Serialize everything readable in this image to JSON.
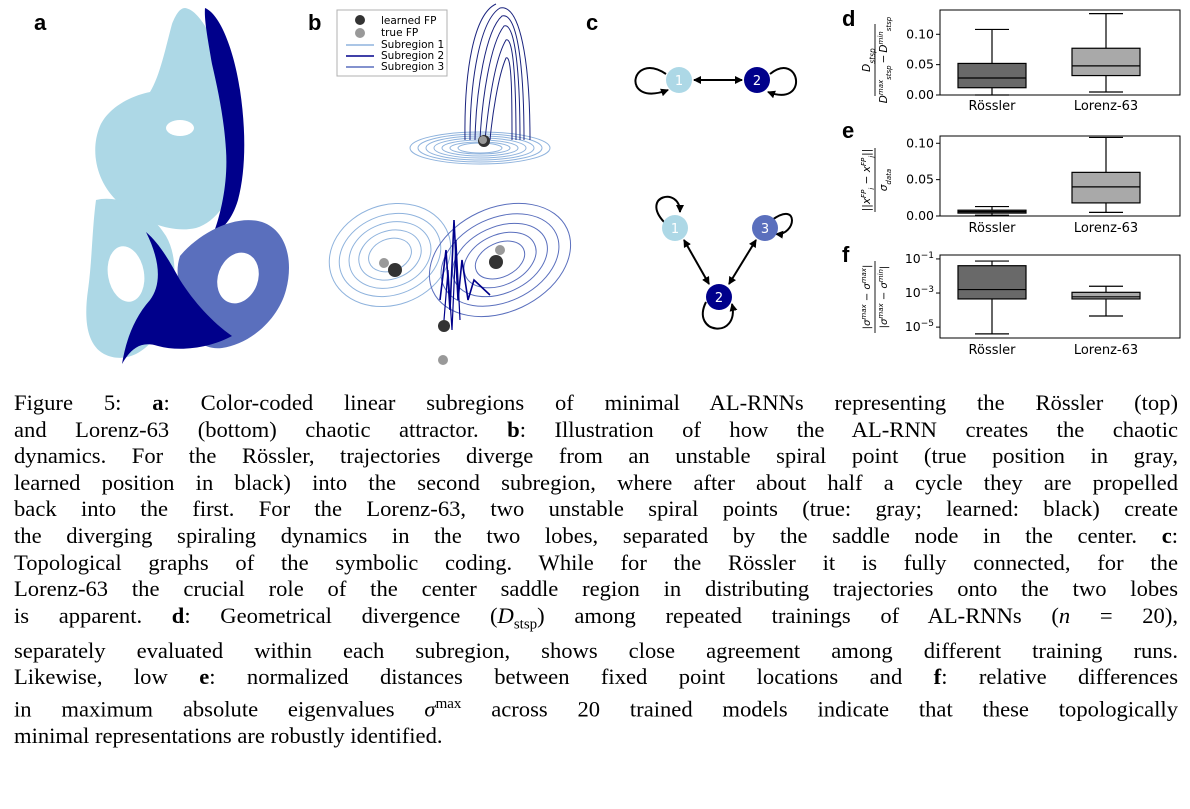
{
  "figure": {
    "panel_labels": [
      "a",
      "b",
      "c",
      "d",
      "e",
      "f"
    ],
    "colors": {
      "light": "#add8e6",
      "dark": "#00008b",
      "mid": "#5a6fbd",
      "box_dark": "#696969",
      "box_light": "#a9a9a9",
      "fp_learned": "#333333",
      "fp_true": "#999999"
    },
    "legend": [
      {
        "label": "learned FP",
        "kind": "dot",
        "color": "#333333"
      },
      {
        "label": "true FP",
        "kind": "dot",
        "color": "#999999"
      },
      {
        "label": "Subregion 1",
        "kind": "line",
        "color": "#8fb3dd"
      },
      {
        "label": "Subregion 2",
        "kind": "line",
        "color": "#00008b"
      },
      {
        "label": "Subregion 3",
        "kind": "line",
        "color": "#5a6fbd"
      }
    ],
    "graphs": {
      "rossler": {
        "nodes": [
          "1",
          "2"
        ]
      },
      "lorenz": {
        "nodes": [
          "1",
          "2",
          "3"
        ]
      }
    }
  },
  "chart_data": [
    {
      "type": "box",
      "panel": "d",
      "categories": [
        "Rössler",
        "Lorenz-63"
      ],
      "ylabel_parts": {
        "num": "D",
        "num_sub": "stsp",
        "den_a": "D",
        "den_a_sup": "max",
        "den_a_sub": "stsp",
        "den_minus": "−",
        "den_b": "D",
        "den_b_sup": "min",
        "den_b_sub": "stsp"
      },
      "yticks": [
        "0.00",
        "0.05",
        "0.10"
      ],
      "ylim": [
        0,
        0.14
      ],
      "boxes": [
        {
          "name": "Rössler",
          "whisker_low": 0.0,
          "q1": 0.012,
          "median": 0.028,
          "q3": 0.052,
          "whisker_high": 0.108,
          "color": "#696969"
        },
        {
          "name": "Lorenz-63",
          "whisker_low": 0.005,
          "q1": 0.032,
          "median": 0.048,
          "q3": 0.077,
          "whisker_high": 0.134,
          "color": "#a9a9a9"
        }
      ]
    },
    {
      "type": "box",
      "panel": "e",
      "categories": [
        "Rössler",
        "Lorenz-63"
      ],
      "ylabel_parts": {
        "num": "||x",
        "num_sup": "FP",
        "num_sub": "i",
        "num_mid": " − x",
        "num_sup2": "FP",
        "num_sub2": "j",
        "num_end": "||",
        "den": "σ",
        "den_sub": "data"
      },
      "yticks": [
        "0.00",
        "0.05",
        "0.10"
      ],
      "ylim": [
        0,
        0.11
      ],
      "boxes": [
        {
          "name": "Rössler",
          "whisker_low": 0.001,
          "q1": 0.004,
          "median": 0.006,
          "q3": 0.008,
          "whisker_high": 0.013,
          "color": "#696969"
        },
        {
          "name": "Lorenz-63",
          "whisker_low": 0.005,
          "q1": 0.018,
          "median": 0.04,
          "q3": 0.06,
          "whisker_high": 0.108,
          "color": "#a9a9a9"
        }
      ]
    },
    {
      "type": "box",
      "panel": "f",
      "scale": "log",
      "categories": [
        "Rössler",
        "Lorenz-63"
      ],
      "ylabel_parts": {
        "num": "|σ",
        "num_sup": "max",
        "num_mid": " − σ",
        "num_sup2": "max",
        "num_end": "|",
        "den": "|σ",
        "den_sup": "max",
        "den_mid": " − σ",
        "den_sup2": "min",
        "den_end": "|"
      },
      "yticks": [
        {
          "base": "10",
          "exp": "−1",
          "value": 0.1
        },
        {
          "base": "10",
          "exp": "−3",
          "value": 0.001
        },
        {
          "base": "10",
          "exp": "−5",
          "value": 1e-05
        }
      ],
      "ylim": [
        2.3e-06,
        0.17
      ],
      "boxes": [
        {
          "name": "Rössler",
          "whisker_low": 4e-06,
          "q1": 0.00045,
          "median": 0.0016,
          "q3": 0.04,
          "whisker_high": 0.075,
          "color": "#696969"
        },
        {
          "name": "Lorenz-63",
          "whisker_low": 4.5e-05,
          "q1": 0.00045,
          "median": 0.0006,
          "q3": 0.0011,
          "whisker_high": 0.0025,
          "color": "#a9a9a9"
        }
      ]
    }
  ],
  "caption": {
    "label": "Figure 5:",
    "l1_a": "a",
    "l1_b": ": Color-coded linear subregions of minimal AL-RNNs representing the Rössler (top)",
    "l2_a": "and Lorenz-63 (bottom) chaotic attractor. ",
    "l2_b": "b",
    "l2_c": ": Illustration of how the AL-RNN creates the chaotic",
    "l3": "dynamics. For the Rössler, trajectories diverge from an unstable spiral point (true position in gray,",
    "l4": "learned position in black) into the second subregion, where after about half a cycle they are propelled",
    "l5": "back into the first. For the Lorenz-63, two unstable spiral points (true: gray; learned: black) create",
    "l6_a": "the diverging spiraling dynamics in the two lobes, separated by the saddle node in the center. ",
    "l6_b": "c",
    "l6_c": ":",
    "l7": "Topological graphs of the symbolic coding. While for the Rössler it is fully connected, for the",
    "l8": "Lorenz-63 the crucial role of the center saddle region in distributing trajectories onto the two lobes",
    "l9_a": "is apparent. ",
    "l9_b": "d",
    "l9_c": ": Geometrical divergence (",
    "l9_d": "D",
    "l9_e": "stsp",
    "l9_f": ") among repeated trainings of AL-RNNs (",
    "l9_g": "n",
    "l9_h": " = 20),",
    "l10": "separately evaluated within each subregion, shows close agreement among different training runs.",
    "l11_a": "Likewise, low ",
    "l11_b": "e",
    "l11_c": ": normalized distances between fixed point locations and ",
    "l11_d": "f",
    "l11_e": ": relative differences",
    "l12_a": "in maximum absolute eigenvalues ",
    "l12_b": "σ",
    "l12_c": "max",
    "l12_d": " across 20 trained models indicate that these topologically",
    "l13": "minimal representations are robustly identified."
  }
}
